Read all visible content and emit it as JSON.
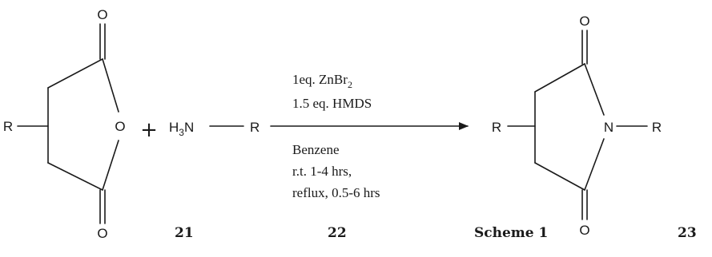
{
  "reactant_anhydride": {
    "substituent": "R",
    "ring_oxygen": "O",
    "carbonyl_top": "O",
    "carbonyl_bottom": "O"
  },
  "plus_sign": "+",
  "reactant_amine": {
    "amine": "H",
    "amine_sub": "3",
    "amine_n": "N",
    "substituent": "R"
  },
  "conditions": {
    "above": [
      {
        "text": "1eq. ZnBr",
        "sub": "2"
      },
      {
        "text": "1.5 eq. HMDS",
        "sub": ""
      }
    ],
    "below": [
      "Benzene",
      "r.t. 1-4 hrs,",
      "reflux, 0.5-6 hrs"
    ]
  },
  "product_imide": {
    "substituent_left": "R",
    "nitrogen": "N",
    "substituent_right": "R",
    "carbonyl_top": "O",
    "carbonyl_bottom": "O"
  },
  "labels": {
    "compound_21": "21",
    "compound_22": "22",
    "scheme": "Scheme 1",
    "compound_23": "23"
  }
}
